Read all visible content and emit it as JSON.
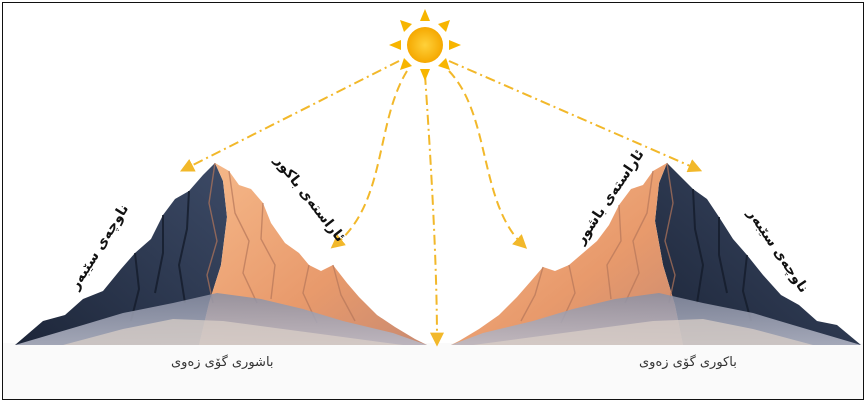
{
  "diagram": {
    "left_mountain": {
      "side_label": "ناوچەی سێبەر",
      "slope_label": "ئاراستەی باکور",
      "base_label": "باشوری گۆی زەوی"
    },
    "right_mountain": {
      "side_label": "ناوچەی سێبەر",
      "slope_label": "ئاراستەی باشور",
      "base_label": "باکوری گۆی زەوی"
    },
    "colors": {
      "sun": "#f7b500",
      "arrow": "#f2b82a",
      "lit_slope": "#f0a876",
      "shadow_slope": "#2e3a52",
      "dark_rock": "#1f2a40"
    }
  }
}
